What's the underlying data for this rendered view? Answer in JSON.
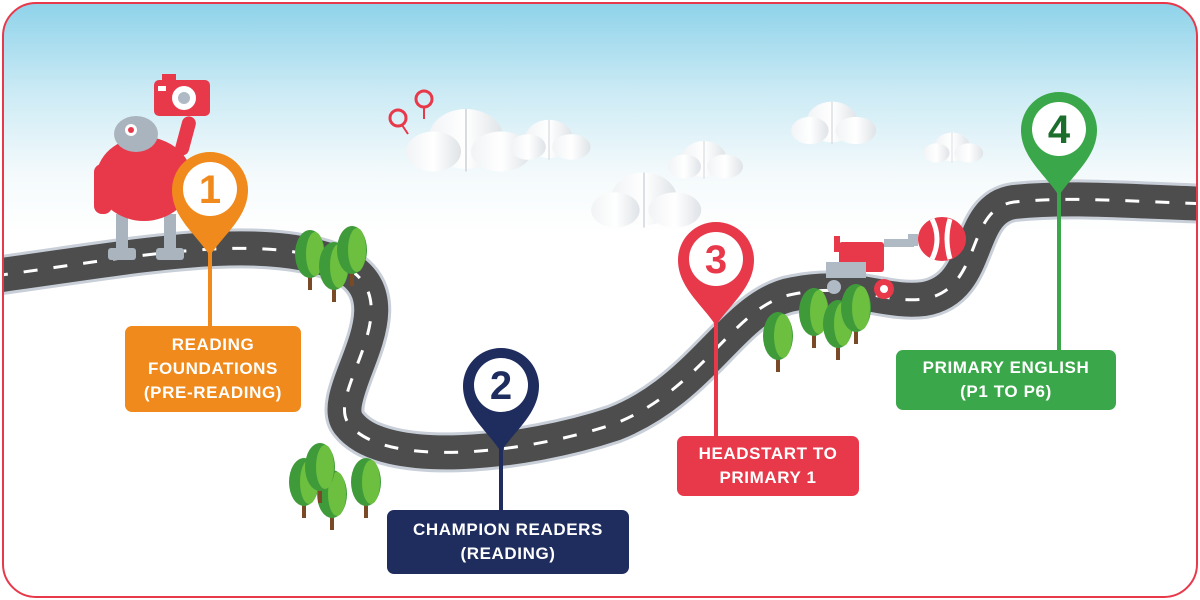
{
  "colors": {
    "frame": "#e8394b",
    "road": "#4d4d4d",
    "road_edge": "#c9cfd8",
    "stage1": "#f08a1c",
    "stage2": "#1e2c5e",
    "stage3": "#e8394b",
    "stage4": "#3aa84a"
  },
  "stages": [
    {
      "number": "1",
      "line1": "READING",
      "line2": "FOUNDATIONS",
      "line3": "(PRE-READING)"
    },
    {
      "number": "2",
      "line1": "CHAMPION READERS",
      "line2": "(READING)"
    },
    {
      "number": "3",
      "line1": "HEADSTART TO",
      "line2": "PRIMARY 1"
    },
    {
      "number": "4",
      "line1": "PRIMARY ENGLISH",
      "line2": "(P1 TO P6)"
    }
  ],
  "icons": [
    "robot-icon",
    "camera-icon",
    "tractor-icon",
    "hot-air-balloon-icon",
    "tree-icon",
    "cloud-icon"
  ]
}
